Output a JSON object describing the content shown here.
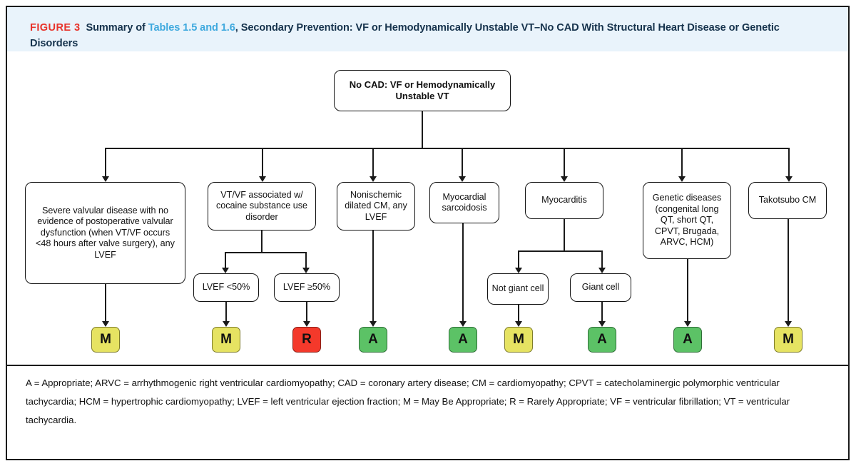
{
  "figure": {
    "label": "FIGURE 3",
    "title_part1": "Summary of ",
    "title_link": "Tables 1.5 and 1.6",
    "title_part2": ", Secondary Prevention: VF or Hemodynamically Unstable VT–No CAD With Structural Heart Disease or Genetic Disorders",
    "label_color": "#e8322a",
    "link_color": "#3fa9de",
    "title_color": "#16334d",
    "header_bg": "#e9f3fb"
  },
  "chart_data": {
    "type": "diagram",
    "title": "Summary of Tables 1.5 and 1.6, Secondary Prevention: VF or Hemodynamically Unstable VT–No CAD With Structural Heart Disease or Genetic Disorders",
    "root": "No CAD: VF or Hemodynamically Unstable VT",
    "nodes": [
      {
        "id": "root",
        "label": "No CAD: VF or Hemodynamically Unstable VT",
        "level": 0
      },
      {
        "id": "valvular",
        "label": "Severe valvular disease with no evidence of postoperative valvular dysfunction (when VT/VF occurs <48 hours after valve surgery), any LVEF",
        "level": 1,
        "rating": "M"
      },
      {
        "id": "cocaine",
        "label": "VT/VF associated w/ cocaine substance use disorder",
        "level": 1
      },
      {
        "id": "cocaine-lvef-low",
        "label": "LVEF <50%",
        "level": 2,
        "rating": "M"
      },
      {
        "id": "cocaine-lvef-high",
        "label": "LVEF ≥50%",
        "level": 2,
        "rating": "R"
      },
      {
        "id": "nicm",
        "label": "Nonischemic dilated CM, any LVEF",
        "level": 1,
        "rating": "A"
      },
      {
        "id": "sarcoid",
        "label": "Myocardial sarcoidosis",
        "level": 1,
        "rating": "A"
      },
      {
        "id": "myocarditis",
        "label": "Myocarditis",
        "level": 1
      },
      {
        "id": "not-giant-cell",
        "label": "Not giant cell",
        "level": 2,
        "rating": "M"
      },
      {
        "id": "giant-cell",
        "label": "Giant cell",
        "level": 2,
        "rating": "A"
      },
      {
        "id": "genetic",
        "label": "Genetic diseases (congenital long QT, short QT, CPVT, Brugada, ARVC, HCM)",
        "level": 1,
        "rating": "A"
      },
      {
        "id": "takotsubo",
        "label": "Takotsubo CM",
        "level": 1,
        "rating": "M"
      }
    ],
    "ratings": {
      "M": {
        "label": "M",
        "meaning": "May Be Appropriate",
        "color": "#e6e362"
      },
      "A": {
        "label": "A",
        "meaning": "Appropriate",
        "color": "#5cc266"
      },
      "R": {
        "label": "R",
        "meaning": "Rarely Appropriate",
        "color": "#f4392b"
      }
    }
  },
  "nodes": {
    "root": "No CAD: VF or Hemodynamically Unstable VT",
    "valvular": "Severe valvular disease with no evidence of postoperative valvular dysfunction (when VT/VF occurs <48 hours after valve surgery), any LVEF",
    "cocaine": "VT/VF associated w/ cocaine substance use disorder",
    "lvef_low": "LVEF <50%",
    "lvef_high": "LVEF ≥50%",
    "nicm": "Nonischemic dilated CM, any LVEF",
    "sarcoid": "Myocardial sarcoidosis",
    "myocarditis": "Myocarditis",
    "not_giant_cell": "Not giant cell",
    "giant_cell": "Giant cell",
    "genetic": "Genetic diseases (congenital long QT, short QT, CPVT, Brugada, ARVC, HCM)",
    "takotsubo": "Takotsubo CM"
  },
  "results": {
    "valvular": "M",
    "lvef_low": "M",
    "lvef_high": "R",
    "nicm": "A",
    "sarcoid": "A",
    "not_giant_cell": "M",
    "giant_cell": "A",
    "genetic": "A",
    "takotsubo": "M"
  },
  "legend": {
    "text": "A = Appropriate; ARVC = arrhythmogenic right ventricular cardiomyopathy; CAD = coronary artery disease; CM = cardiomyopathy; CPVT = catecholaminergic polymorphic ventricular tachycardia; HCM = hypertrophic cardiomyopathy; LVEF = left ventricular ejection fraction; M = May Be Appropriate; R = Rarely Appropriate; VF = ventricular fibrillation; VT = ventricular tachycardia."
  }
}
